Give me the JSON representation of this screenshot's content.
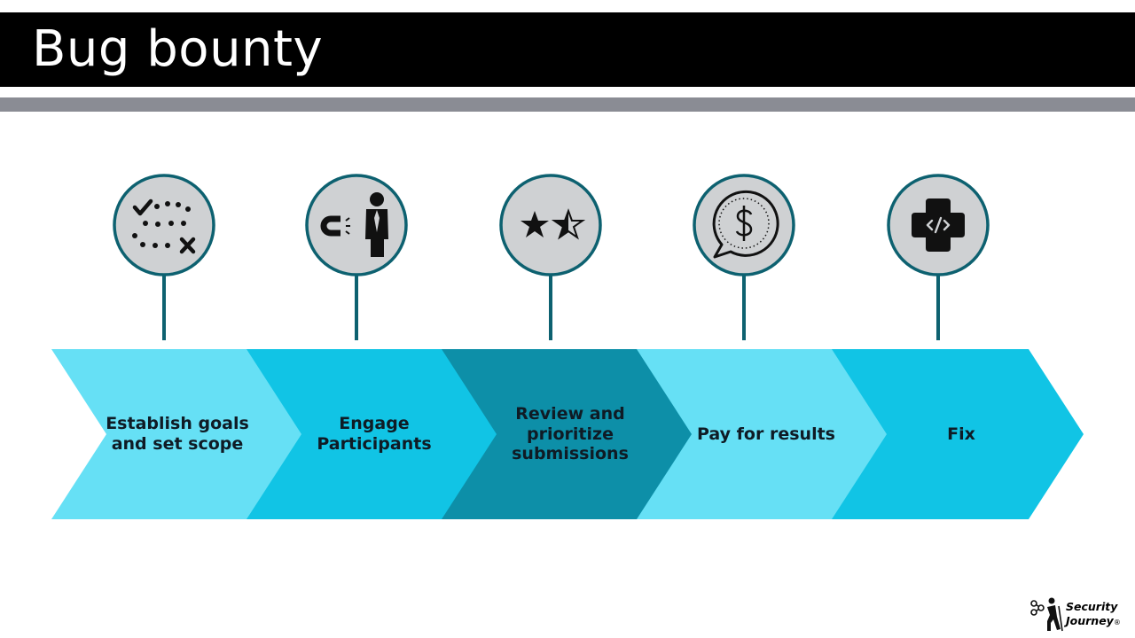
{
  "title": "Bug bounty",
  "colors": {
    "title_bg": "#000000",
    "rule": "#8a8c94",
    "circle_fill": "#cfd1d3",
    "circle_stroke": "#0d6170",
    "chevron_light": "#66e0f5",
    "chevron_mid": "#11c4e5",
    "chevron_dark": "#0d8fa8"
  },
  "steps": [
    {
      "label": "Establish goals\nand set scope",
      "icon": "checklist-plan-icon",
      "color": "#66e0f5"
    },
    {
      "label": "Engage\nParticipants",
      "icon": "magnet-person-icon",
      "color": "#11c4e5"
    },
    {
      "label": "Review and\nprioritize\nsubmissions",
      "icon": "star-rating-icon",
      "color": "#0d8fa8"
    },
    {
      "label": "Pay for results",
      "icon": "dollar-speech-bubble-icon",
      "color": "#66e0f5"
    },
    {
      "label": "Fix",
      "icon": "code-cross-icon",
      "color": "#11c4e5"
    }
  ],
  "logo": {
    "line1": "Security",
    "line2": "Journey",
    "mark": "®"
  }
}
